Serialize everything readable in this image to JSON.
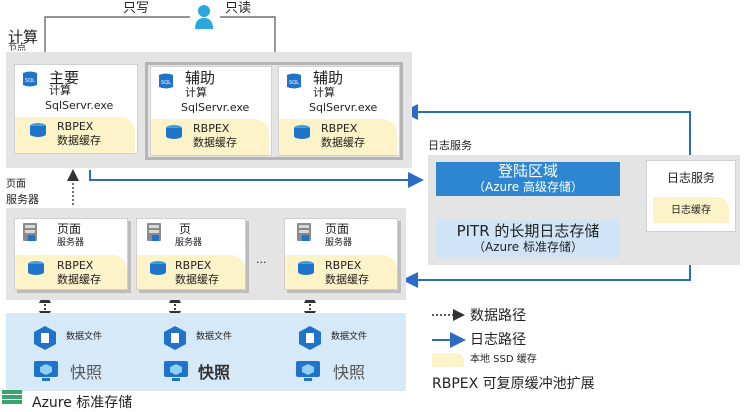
{
  "top": {
    "write_label": "只写",
    "read_label": "只读"
  },
  "compute": {
    "title": "计算",
    "subtitle": "节点",
    "primary": {
      "name": "主要",
      "sub": "计算",
      "exe": "SqlServr.exe",
      "rbpex": "RBPEX",
      "cache": "数据缓存"
    },
    "secondary": [
      {
        "name": "辅助",
        "sub": "计算",
        "exe": "SqlServr.exe",
        "rbpex": "RBPEX",
        "cache": "数据缓存"
      },
      {
        "name": "辅助",
        "sub": "计算",
        "exe": "SqlServr.exe",
        "rbpex": "RBPEX",
        "cache": "数据缓存"
      }
    ]
  },
  "log_service": {
    "title": "日志服务",
    "landing_zone": "登陆区域",
    "landing_zone_sub": "（Azure 高级存储）",
    "pitr": "PITR 的长期日志存储",
    "pitr_sub": "（Azure 标准存储）",
    "log_service_box": "日志服务",
    "log_cache": "日志缓存"
  },
  "page_servers": {
    "title_line1": "页面",
    "title_line2": "服务器",
    "ellipsis": "...",
    "items": [
      {
        "name": "页面",
        "sub": "服务器",
        "rbpex": "RBPEX",
        "cache": "数据缓存"
      },
      {
        "name": "页",
        "sub": "服务器",
        "rbpex": "RBPEX",
        "cache": "数据缓存"
      },
      {
        "name": "页面",
        "sub": "服务器",
        "rbpex": "RBPEX",
        "cache": "数据缓存"
      }
    ]
  },
  "storage": {
    "title": "Azure 标准存储",
    "data_file": "数据文件",
    "snapshots": [
      "快照",
      "快照",
      "快照"
    ]
  },
  "legend": {
    "data_path": "数据路径",
    "log_path": "日志路径",
    "ssd_cache": "本地 SSD 缓存",
    "rbpex": "RBPEX 可复原缓冲池扩展"
  },
  "colors": {
    "log_path": "#2b6cc4",
    "blue_box": "#2f86d0",
    "cache": "#fcf3c8",
    "panel": "#e4e4e4",
    "storage": "#d6e9f8"
  }
}
